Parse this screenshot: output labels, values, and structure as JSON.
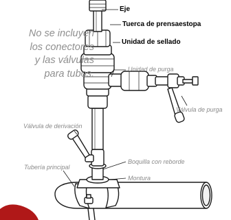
{
  "note": {
    "lines": [
      "No se incluyen",
      "los conectores",
      "y las válvulas",
      "para tubos."
    ]
  },
  "labels": {
    "eje": "Eje",
    "tuerca": "Tuerca de prensaestopa",
    "unidad_sellado": "Unidad de sellado",
    "unidad_purga": "Unidad de purga",
    "valvula_purga": "Válvula de purga",
    "valvula_derivacion": "Válvula de derivación",
    "tuberia_principal": "Tubería principal",
    "boquilla": "Boquilla con reborde",
    "montura": "Montura"
  },
  "colors": {
    "line": "#1a1a1a",
    "note_text": "#8f8f8f",
    "callout_text": "#8a8a8a",
    "corner_accent": "#b01818"
  }
}
